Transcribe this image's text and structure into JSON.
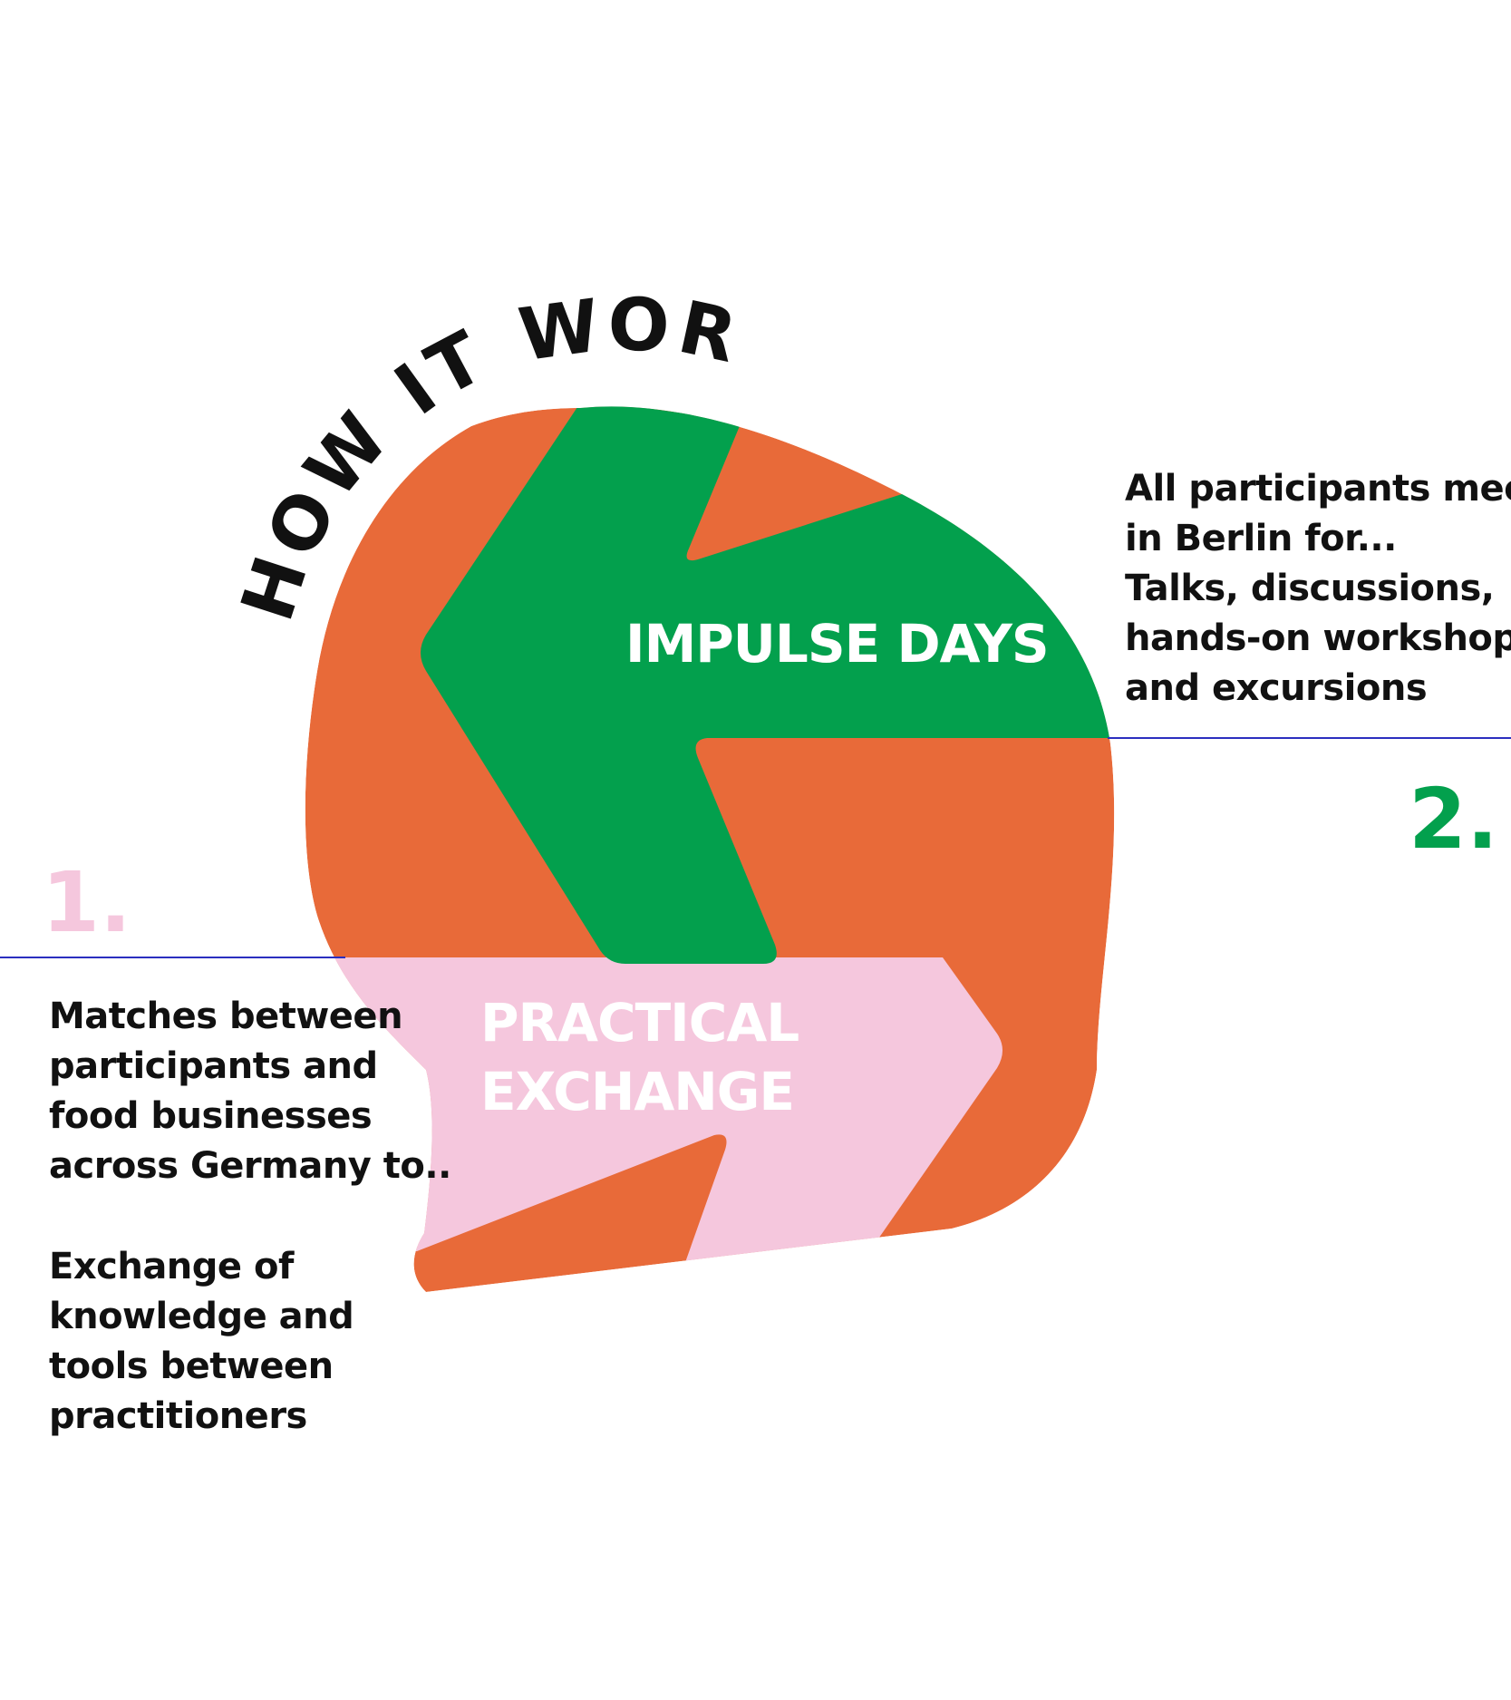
{
  "title": "HOW IT WORKS",
  "colors": {
    "orange": "#E86A39",
    "green": "#03A04D",
    "pink": "#F5C7DD",
    "divider": "#2B2FBF",
    "text": "#111111",
    "label": "#FFFFFF"
  },
  "step1": {
    "number": "1.",
    "label_lines": [
      "PRACTICAL",
      "EXCHANGE"
    ],
    "paragraph1": [
      "Matches between",
      "participants and",
      "food businesses",
      "across Germany to.."
    ],
    "paragraph2": [
      "Exchange of",
      "knowledge and",
      "tools between",
      "practitioners"
    ]
  },
  "step2": {
    "number": "2.",
    "label": "IMPULSE DAYS",
    "description": [
      "All participants meet",
      "in Berlin for...",
      "Talks, discussions,",
      "hands-on workshops",
      "and excursions"
    ]
  }
}
